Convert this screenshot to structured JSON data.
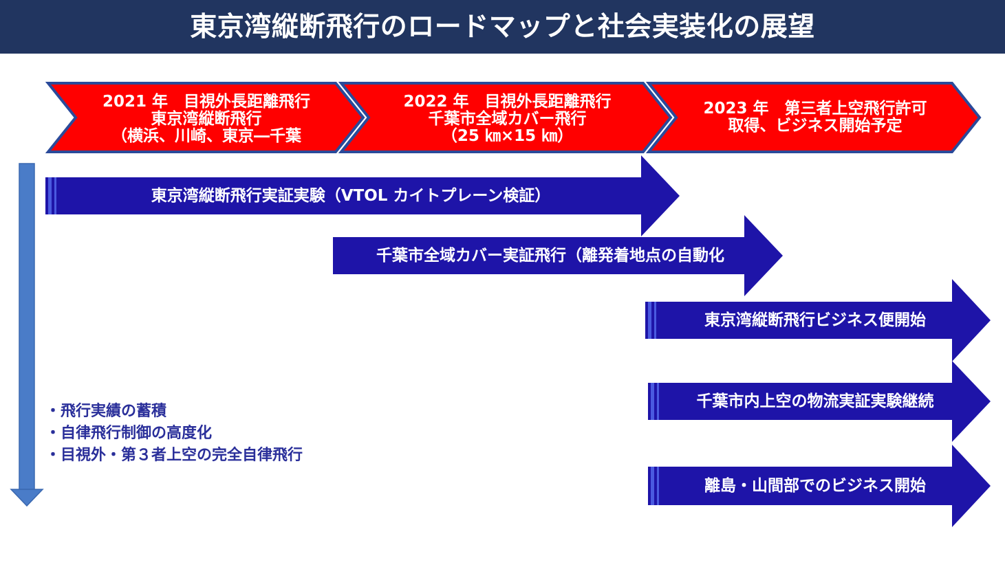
{
  "title": "東京湾縦断飛行のロードマップと社会実装化の展望",
  "milestones": [
    {
      "lines": [
        "2021 年　目視外長距離飛行",
        "東京湾縦断飛行",
        "（横浜、川崎、東京―千葉"
      ]
    },
    {
      "lines": [
        "2022 年　目視外長距離飛行",
        "千葉市全域カバー飛行",
        "（25 ㎞×15 ㎞）"
      ]
    },
    {
      "lines": [
        "2023 年　第三者上空飛行許可",
        "取得、ビジネス開始予定"
      ]
    }
  ],
  "initiatives": [
    {
      "label": "東京湾縦断飛行実証実験（VTOL カイトプレーン検証）"
    },
    {
      "label": "千葉市全域カバー実証飛行（離発着地点の自動化"
    },
    {
      "label": "東京湾縦断飛行ビジネス便開始"
    },
    {
      "label": "千葉市内上空の物流実証実験継続"
    },
    {
      "label": "離島・山間部でのビジネス開始"
    }
  ],
  "notes": [
    "・飛行実績の蓄積",
    "・自律飛行制御の高度化",
    "・目視外・第３者上空の完全自律飛行"
  ],
  "colors": {
    "header": "#213560",
    "milestone_fill": "#ff0000",
    "milestone_border": "#2a4a9a",
    "bar_fill": "#1e14a8",
    "bar_accent": "#4a5ae0",
    "timeline_arrow": "#4a7cc8",
    "note_text": "#2a2f9a"
  }
}
